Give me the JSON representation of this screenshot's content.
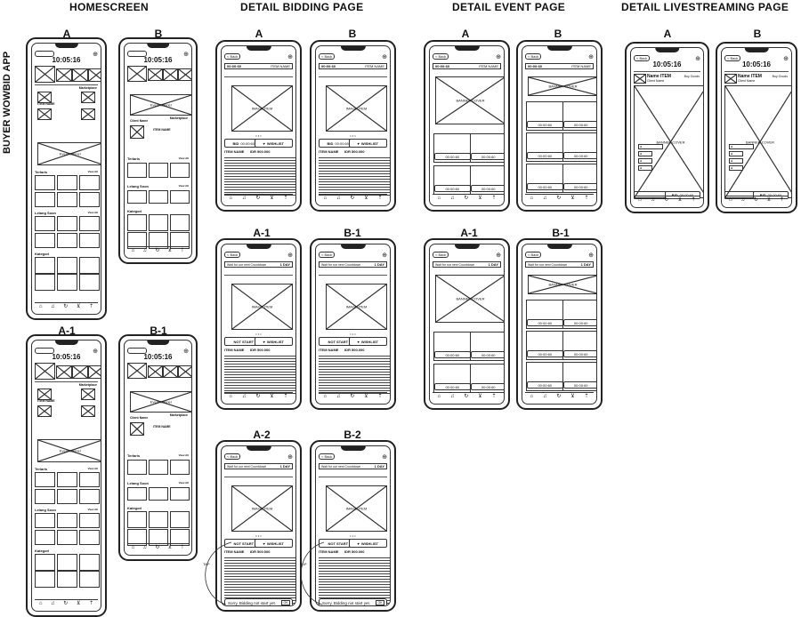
{
  "app_title": "BUYER WOWBID APP",
  "sections": {
    "homescreen": "HOMESCREEN",
    "bidding": "DETAIL BIDDING PAGE",
    "event": "DETAIL EVENT PAGE",
    "livestream": "DETAIL LIVESTREAMING PAGE"
  },
  "labels": {
    "A": "A",
    "B": "B",
    "A1": "A-1",
    "B1": "B-1",
    "A2": "A-2",
    "B2": "B-2"
  },
  "home": {
    "time": "10:05:16",
    "event_banner": "Event Banner",
    "marketplace": "Marketplace",
    "item_name": "ITEM NAME",
    "client_name": "Client Name",
    "terlaris": "Terlaris",
    "lelang_soon": "Lelang Soon",
    "kategori": "Kategori",
    "view_all": "View All"
  },
  "bidding": {
    "back": "< Back",
    "timer": "00:00:60",
    "item_name": "ITEM NAME",
    "image_item": "IMAGE ITEM",
    "bid_label": "BID",
    "bid_timer": "00:00:60",
    "wishlist": "WISHLIST",
    "item_price_label": "ITEM NAME",
    "price": "IDR 500.000",
    "wait_text": "Wait for our next Countdown",
    "one_day": "1 DAY",
    "not_start": "NOT START",
    "toast": "Sorry, Bidding not start yet.",
    "ok": "OK",
    "tap": "TAP"
  },
  "event": {
    "banner_cover": "BANNER COVER",
    "bid_timer": "00:00:60"
  },
  "live": {
    "time": "10:05:16",
    "name_item": "Name ITEM",
    "client_name": "Client Name",
    "buy_goods": "Buy Goods",
    "banner_cover": "BANNER COVER",
    "bid": "BID",
    "bid_timer": "00:00:60"
  },
  "nav_icons": [
    "home-icon",
    "bell-icon",
    "history-icon",
    "cart-icon",
    "profile-icon"
  ]
}
